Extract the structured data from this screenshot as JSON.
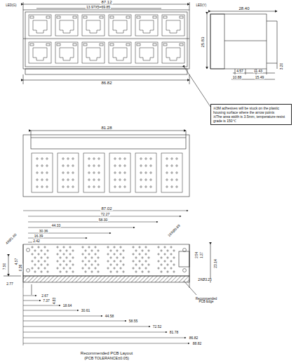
{
  "diagram": {
    "nodes": [
      {
        "text": [
          "※3M adhesives will be stuck on the plastic housing surface where the arrow points",
          "※The area width is 3.5mm, temperature-resist grade is 150℃"
        ]
      }
    ],
    "labels": [
      "87.12",
      "13.97X5=69.85",
      "LED(G)",
      "LED(Y)",
      "86.82",
      "28.40",
      "25.83",
      "3.20",
      "4.57",
      "11.43",
      "10.88",
      "15.49",
      "81.28",
      "87.02",
      "72.27",
      "58.30",
      "44.33",
      "30.36",
      "16.39",
      "2.42",
      "4XØ1.60",
      "16XØ0.89",
      "4.57",
      "0.36",
      "7.50",
      "2.77",
      "2.67",
      "7.37",
      "18.64",
      "30.61",
      "44.58",
      "58.55",
      "72.52",
      "81.78",
      "86.82",
      "88.82",
      "4.83",
      "23.14",
      "2.54",
      "1.27",
      "2XØ3.25",
      "Recommended PCB Edge",
      "Recommended PCB Layout",
      "(PCB TOLERANCE±0.05)"
    ]
  }
}
